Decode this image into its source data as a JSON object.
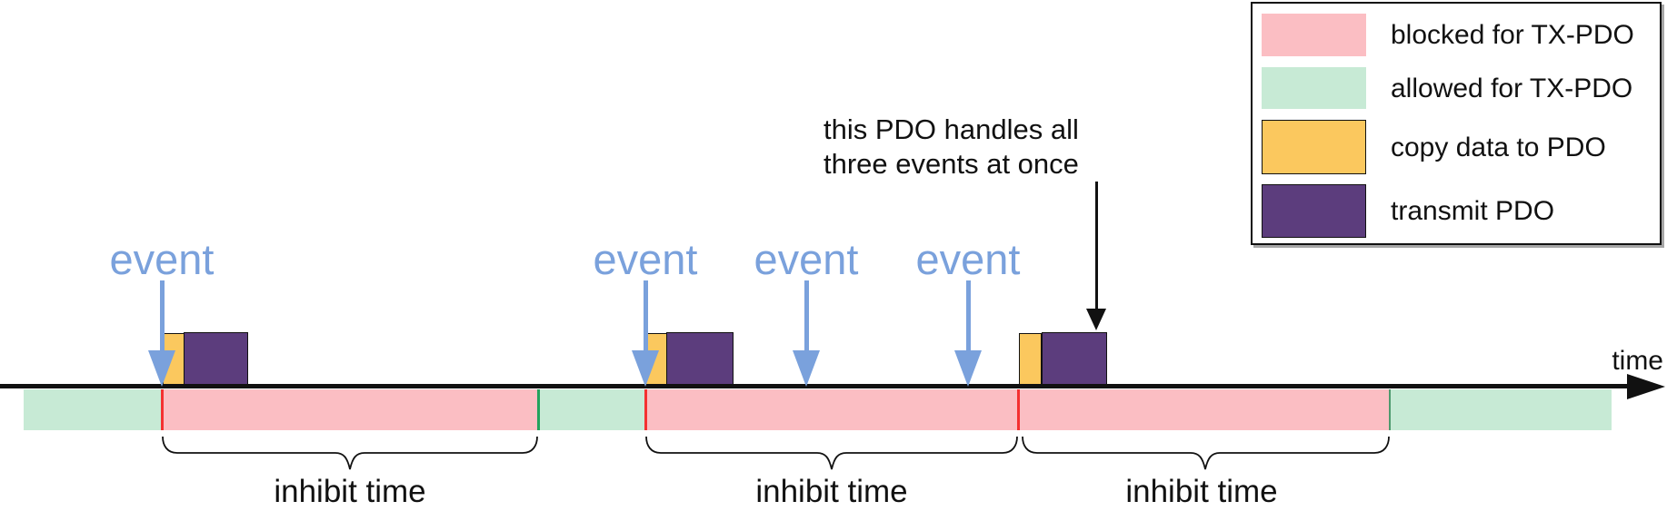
{
  "colors": {
    "blocked": "#FBBEC3",
    "allowed": "#C7EAD5",
    "copy": "#FBC85E",
    "transmit": "#5C3D7D",
    "event": "#7AA1DC",
    "marker-red": "#F43131",
    "marker-green": "#23A25D",
    "boundary-dark": "#4E9A6E",
    "ink": "#111111"
  },
  "axis": {
    "label": "time"
  },
  "events": [
    {
      "label": "event"
    },
    {
      "label": "event"
    },
    {
      "label": "event"
    },
    {
      "label": "event"
    }
  ],
  "braces": [
    {
      "label": "inhibit time"
    },
    {
      "label": "inhibit time"
    },
    {
      "label": "inhibit time"
    }
  ],
  "annotation": {
    "line1": "this PDO handles all",
    "line2": "three events at once"
  },
  "legend": {
    "items": [
      {
        "label": "blocked for TX-PDO"
      },
      {
        "label": "allowed for TX-PDO"
      },
      {
        "label": "copy data to PDO"
      },
      {
        "label": "transmit PDO"
      }
    ]
  }
}
